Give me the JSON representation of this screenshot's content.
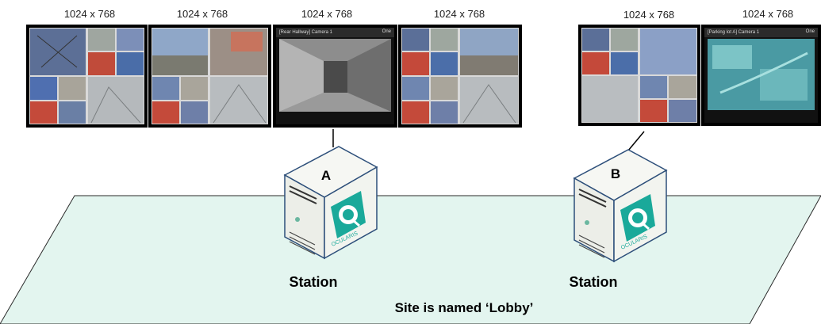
{
  "monitors": [
    {
      "resolution": "1024 x 768",
      "kind": "grid"
    },
    {
      "resolution": "1024 x 768",
      "kind": "grid-street"
    },
    {
      "resolution": "1024 x 768",
      "kind": "video",
      "title": "[Rear Hallway] Camera 1",
      "button": "One"
    },
    {
      "resolution": "1024 x 768",
      "kind": "grid"
    },
    {
      "resolution": "1024 x 768",
      "kind": "grid"
    },
    {
      "resolution": "1024 x 768",
      "kind": "video-aerial",
      "title": "[Parking lot A] Camera 1",
      "button": "One"
    }
  ],
  "stations": [
    {
      "letter": "A",
      "label": "Station",
      "logo_text": "OCULARIS"
    },
    {
      "letter": "B",
      "label": "Station",
      "logo_text": "OCULARIS"
    }
  ],
  "site_caption": "Site is named ‘Lobby’",
  "colors": {
    "site_floor": "#e3f5ef",
    "server_body": "#f2f4ef",
    "logo_accent": "#1aa99a"
  }
}
